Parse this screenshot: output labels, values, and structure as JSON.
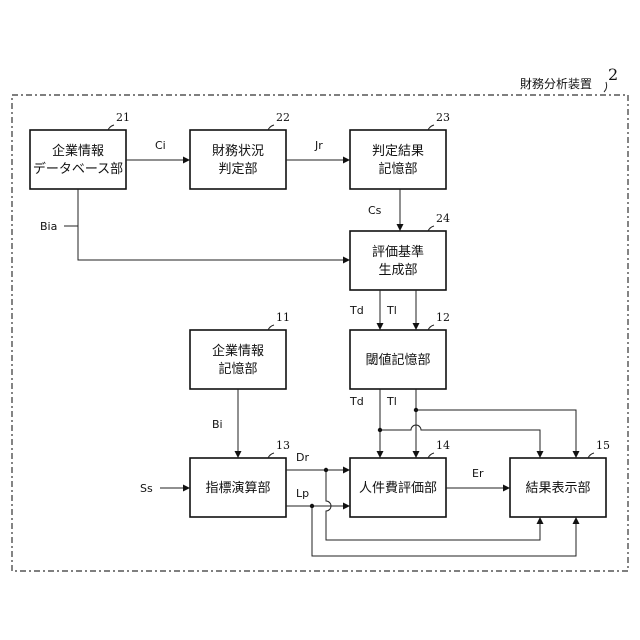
{
  "system": {
    "name": "財務分析装置",
    "ref": "2"
  },
  "blocks": {
    "b21": {
      "line1": "企業情報",
      "line2": "データベース部",
      "ref": "21"
    },
    "b22": {
      "line1": "財務状況",
      "line2": "判定部",
      "ref": "22"
    },
    "b23": {
      "line1": "判定結果",
      "line2": "記憶部",
      "ref": "23"
    },
    "b24": {
      "line1": "評価基準",
      "line2": "生成部",
      "ref": "24"
    },
    "b11": {
      "line1": "企業情報",
      "line2": "記憶部",
      "ref": "11"
    },
    "b12": {
      "line1": "閾値記憶部",
      "ref": "12"
    },
    "b13": {
      "line1": "指標演算部",
      "ref": "13"
    },
    "b14": {
      "line1": "人件費評価部",
      "ref": "14"
    },
    "b15": {
      "line1": "結果表示部",
      "ref": "15"
    }
  },
  "signals": {
    "ci": "Ci",
    "jr": "Jr",
    "cs": "Cs",
    "bia": "Bia",
    "td1": "Td",
    "tl1": "Tl",
    "td2": "Td",
    "tl2": "Tl",
    "bi": "Bi",
    "ss": "Ss",
    "dr": "Dr",
    "lp": "Lp",
    "er": "Er"
  }
}
